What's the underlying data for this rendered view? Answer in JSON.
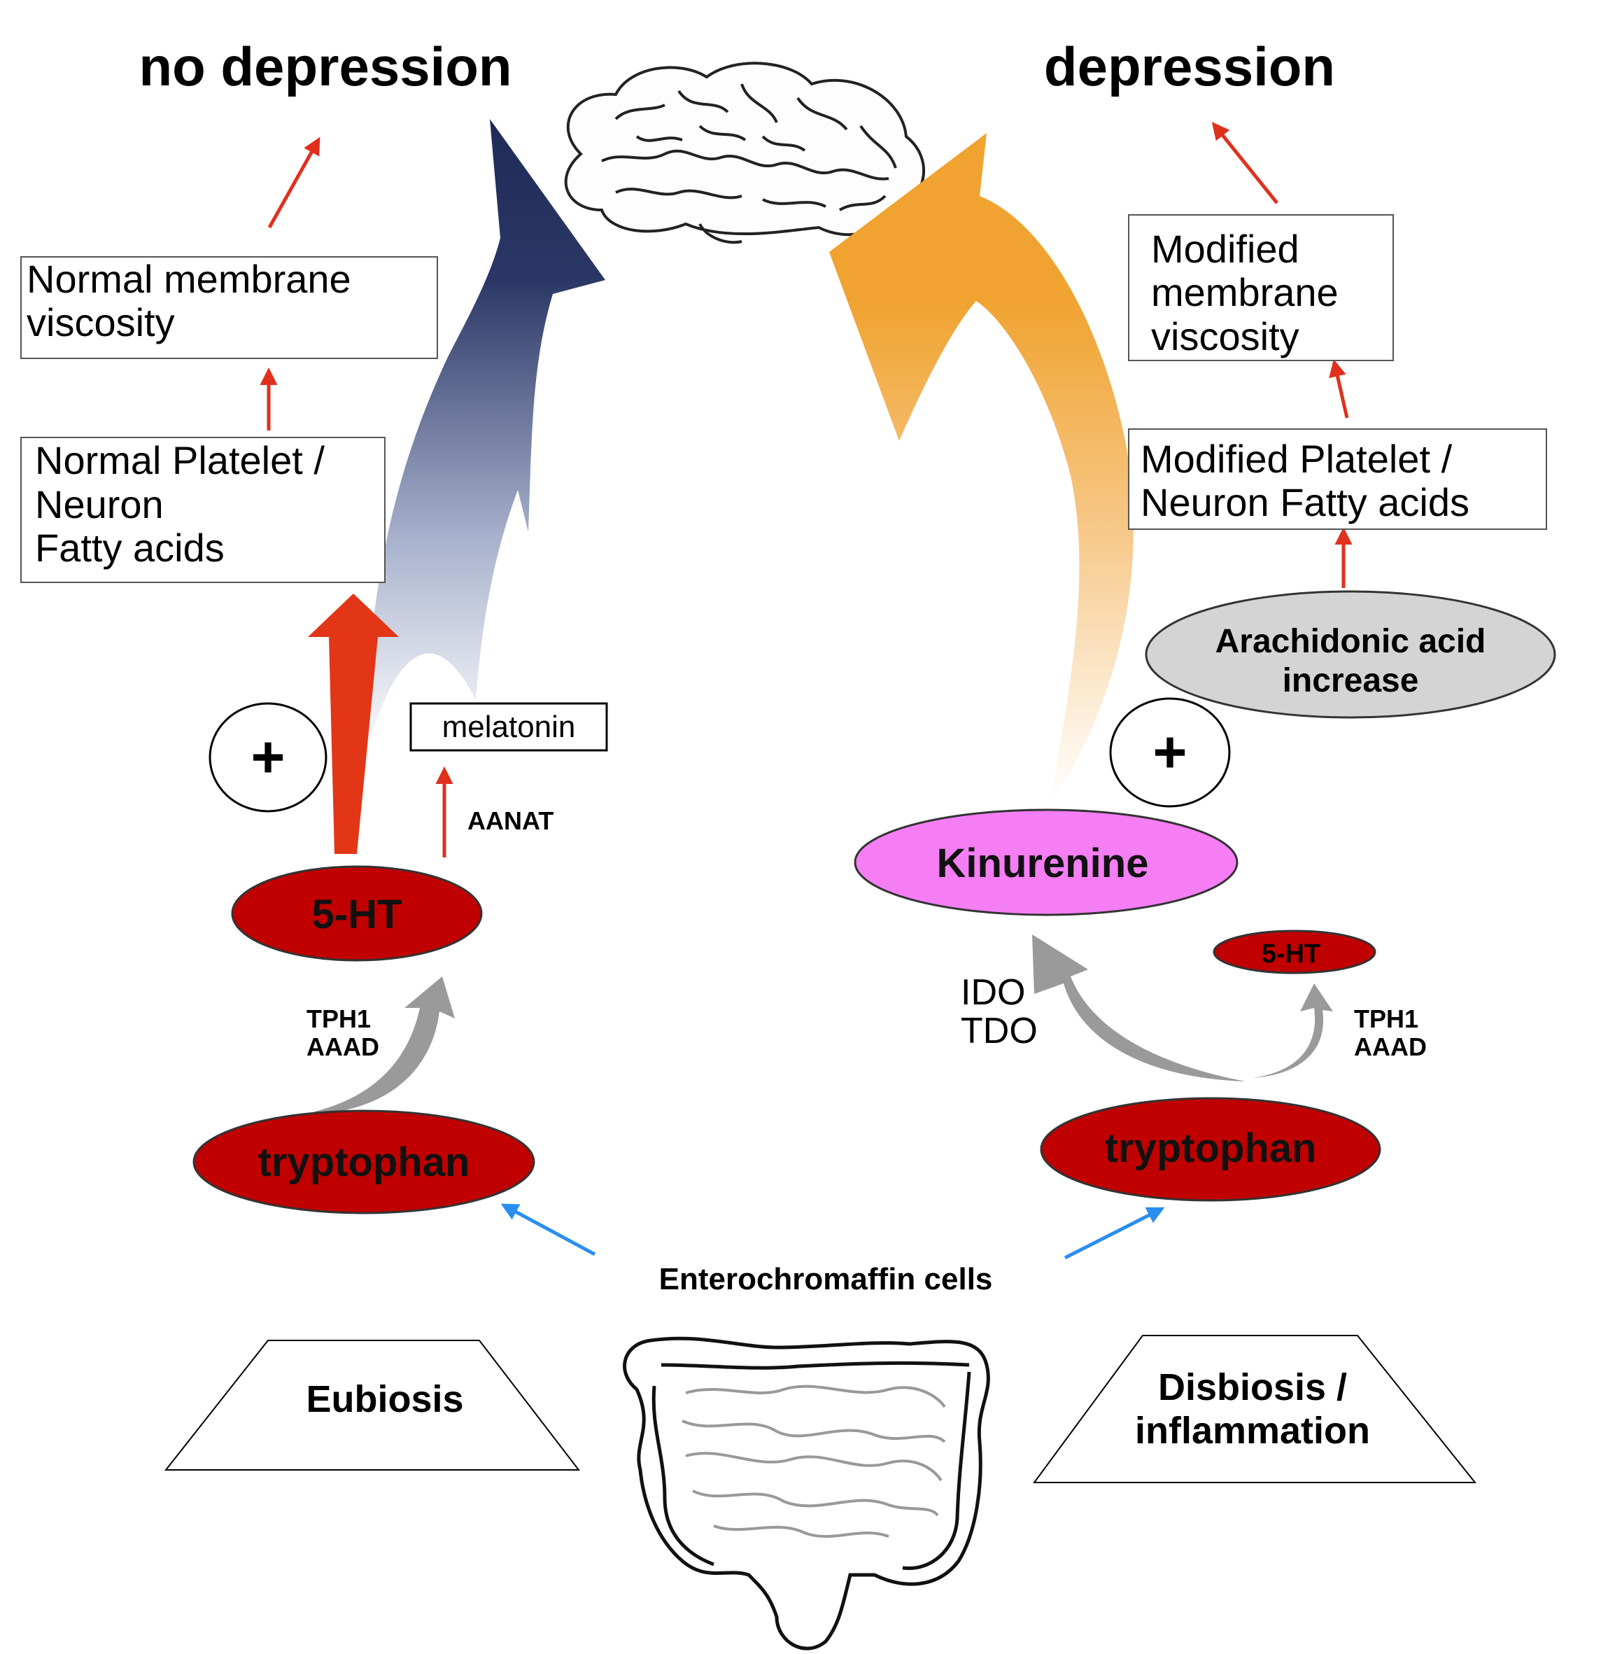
{
  "titles": {
    "left": "no depression",
    "right": "depression"
  },
  "left_path": {
    "membrane_box": [
      "Normal membrane",
      "viscosity"
    ],
    "fatty_box": [
      "Normal Platelet /",
      "Neuron",
      "Fatty acids"
    ],
    "plus": "+",
    "melatonin": "melatonin",
    "aanat": "AANAT",
    "serotonin": "5-HT",
    "enzymes": [
      "TPH1",
      "AAAD"
    ],
    "tryptophan": "tryptophan",
    "state": "Eubiosis"
  },
  "right_path": {
    "membrane_box": [
      "Modified",
      "membrane",
      "viscosity"
    ],
    "fatty_box": [
      "Modified Platelet /",
      "Neuron Fatty acids"
    ],
    "arachidonic": [
      "Arachidonic acid",
      "increase"
    ],
    "plus": "+",
    "kinurenine": "Kinurenine",
    "serotonin": "5-HT",
    "ido_tdo": [
      "IDO",
      "TDO"
    ],
    "enzymes": [
      "TPH1",
      "AAAD"
    ],
    "tryptophan": "tryptophan",
    "state": [
      "Disbiosis /",
      "inflammation"
    ]
  },
  "source": "Enterochromaffin cells",
  "colors": {
    "red_node": "#c00000",
    "navy_arrow": "#1f2a56",
    "orange_arrow": "#f0a330",
    "kinurenine_fill": "#f57ef5",
    "arachidonic_fill": "#d4d4d4",
    "red_arrow": "#e0301e",
    "gray_arrow": "#9a9a9a",
    "blue_arrow": "#2a8ef0"
  }
}
